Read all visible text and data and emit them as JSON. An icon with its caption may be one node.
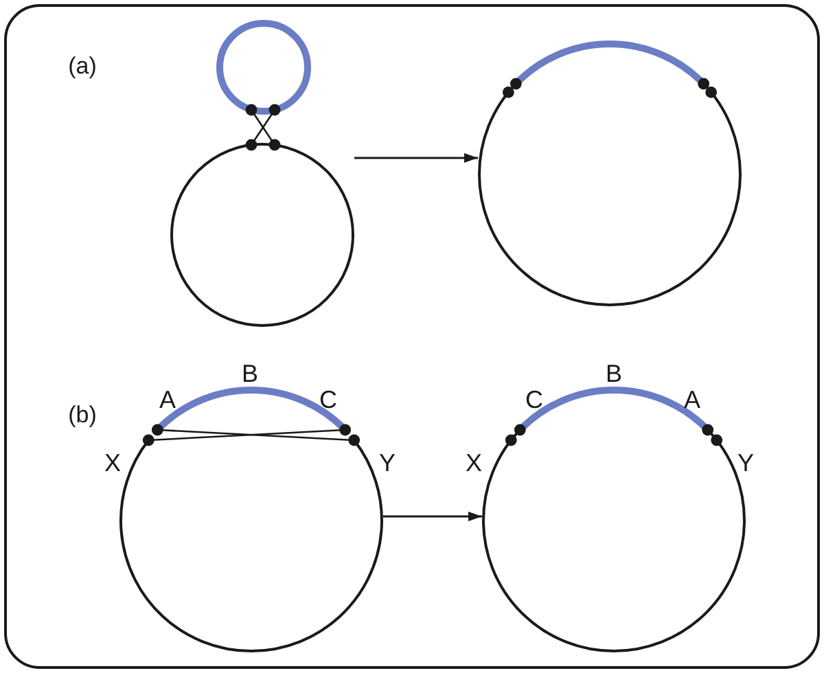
{
  "diagram": {
    "nodes": [
      {
        "text": [],
        "shape": "circle"
      },
      {
        "text": [],
        "shape": "circle"
      },
      {
        "text": [],
        "shape": "circle"
      },
      {
        "text": [],
        "shape": "circle"
      }
    ],
    "edges": [
      {
        "from": 0,
        "to": 1,
        "arrow": "to"
      },
      {
        "from": 2,
        "to": 3,
        "arrow": "to"
      }
    ],
    "labels": [
      "(a)",
      "(b)",
      "A",
      "B",
      "C",
      "X",
      "Y",
      "C",
      "B",
      "A",
      "X",
      "Y"
    ]
  }
}
